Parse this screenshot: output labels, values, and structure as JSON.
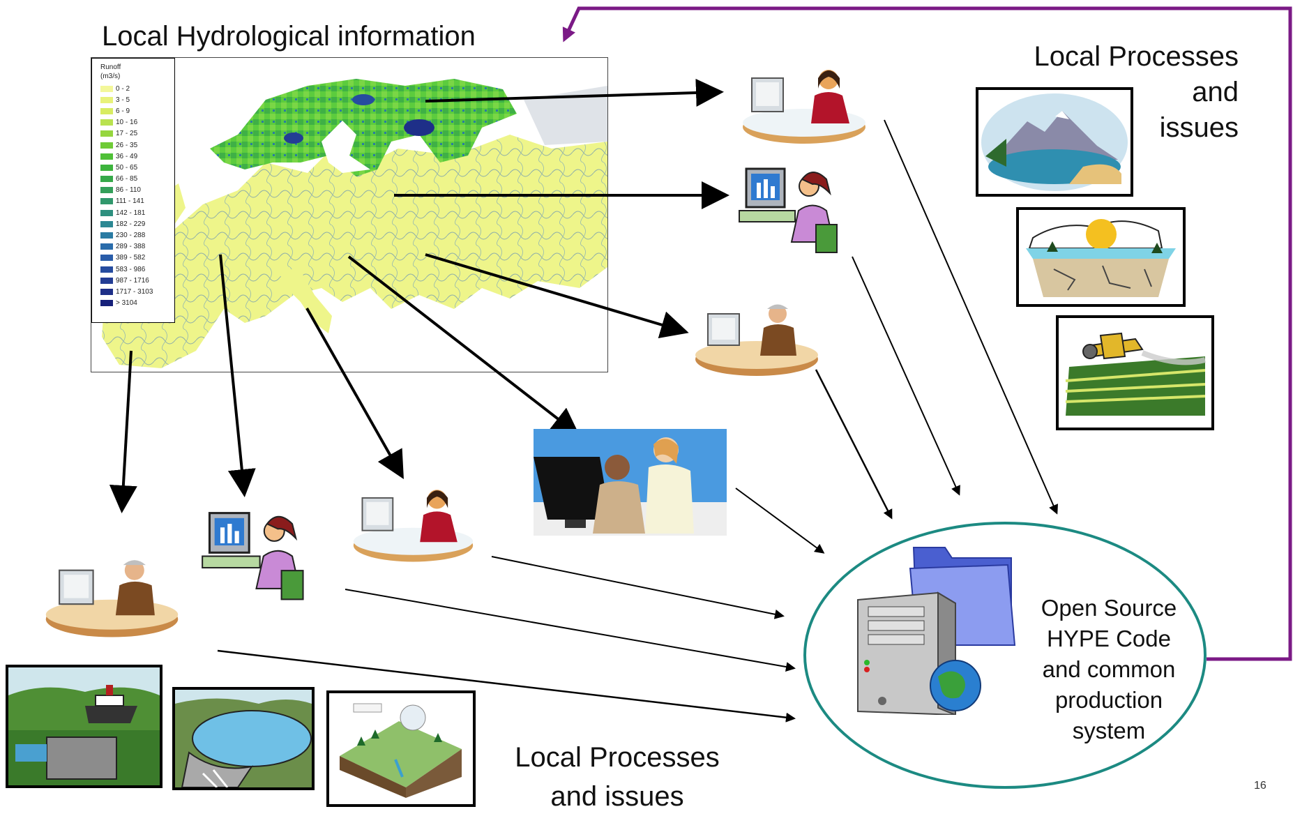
{
  "top_title": "Local Hydrological information",
  "right_label": [
    "Local Processes",
    "and",
    "issues"
  ],
  "bottom_label": [
    "Local Processes",
    "and issues"
  ],
  "hub_text": [
    "Open Source",
    "HYPE Code",
    "and common",
    "production",
    "system"
  ],
  "page_number": "16",
  "legend": {
    "title": [
      "Runoff",
      "(m3/s)"
    ],
    "items": [
      {
        "label": "0 - 2",
        "color": "#f3f79a"
      },
      {
        "label": "3 - 5",
        "color": "#e8f27a"
      },
      {
        "label": "6 - 9",
        "color": "#d8ec62"
      },
      {
        "label": "10 - 16",
        "color": "#b9e24f"
      },
      {
        "label": "17 - 25",
        "color": "#96d63f"
      },
      {
        "label": "26 - 35",
        "color": "#6fcb37"
      },
      {
        "label": "36 - 49",
        "color": "#4fc037"
      },
      {
        "label": "50 - 65",
        "color": "#3db43d"
      },
      {
        "label": "66 - 85",
        "color": "#36a94a"
      },
      {
        "label": "86 - 110",
        "color": "#34a05a"
      },
      {
        "label": "111 - 141",
        "color": "#31986c"
      },
      {
        "label": "142 - 181",
        "color": "#2e907f"
      },
      {
        "label": "182 - 229",
        "color": "#2c8893"
      },
      {
        "label": "230 - 288",
        "color": "#2a7ba3"
      },
      {
        "label": "289 - 388",
        "color": "#2a6cab"
      },
      {
        "label": "389 - 582",
        "color": "#295ca9"
      },
      {
        "label": "583 - 986",
        "color": "#264c9f"
      },
      {
        "label": "987 - 1716",
        "color": "#233d94"
      },
      {
        "label": "1717 - 3103",
        "color": "#1e2f88"
      },
      {
        "label": "> 3104",
        "color": "#16207a"
      }
    ]
  },
  "colors": {
    "feedback_arrow": "#7b1a86",
    "hub_border": "#1c8a82",
    "arrow": "#000000"
  }
}
